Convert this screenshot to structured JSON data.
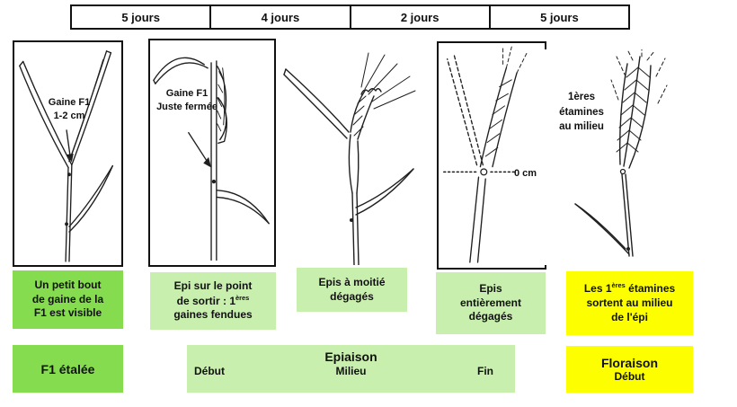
{
  "colors": {
    "bright_green": "#85DC4E",
    "light_green": "#C9EFAE",
    "yellow": "#FDFF00"
  },
  "durations": [
    {
      "label": "5 jours"
    },
    {
      "label": "4 jours"
    },
    {
      "label": "2 jours"
    },
    {
      "label": "5 jours"
    }
  ],
  "panels": {
    "p1": {
      "annotation": {
        "line1": "Gaine F1",
        "line2": "1-2 cm"
      }
    },
    "p2": {
      "annotation": {
        "line1": "Gaine F1",
        "line2": "Juste fermée"
      }
    },
    "p4": {
      "measure": "0 cm"
    },
    "p5": {
      "annotation": {
        "line1": "1ères",
        "line2": "étamines",
        "line3": "au milieu"
      }
    }
  },
  "stage_labels": {
    "s1": {
      "line1": "Un petit bout",
      "line2": "de gaine de la",
      "line3": "F1 est visible"
    },
    "s2": {
      "line1": "Epi sur le point",
      "line2_pre": "de sortir : 1",
      "line2_sup": "ères",
      "line3": "gaines fendues"
    },
    "s3": {
      "line1": "Epis à moitié",
      "line2": "dégagés"
    },
    "s4": {
      "line1": "Epis",
      "line2": "entièrement",
      "line3": "dégagés"
    },
    "s5": {
      "line1_pre": "Les 1",
      "line1_sup": "ères",
      "line1_post": " étamines",
      "line2": "sortent au milieu",
      "line3": "de l'épi"
    }
  },
  "phases": {
    "f1": {
      "label": "F1 étalée"
    },
    "epiaison": {
      "label": "Epiaison",
      "debut": "Début",
      "milieu": "Milieu",
      "fin": "Fin"
    },
    "floraison": {
      "label": "Floraison",
      "debut": "Début"
    }
  }
}
